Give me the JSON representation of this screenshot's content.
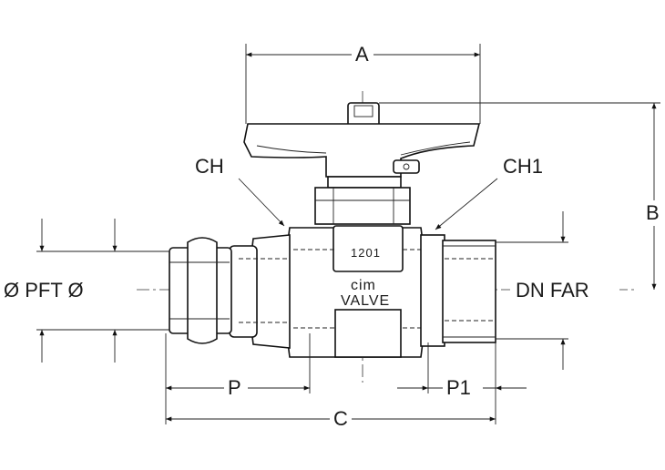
{
  "labels": {
    "a": "A",
    "b": "B",
    "c": "C",
    "p": "P",
    "p1": "P1",
    "ch": "CH",
    "ch1": "CH1",
    "pft": "Ø PFT Ø",
    "dn_far": "DN FAR",
    "marking_number": "1201",
    "marking_logo": "cim",
    "marking_valve": "VALVE"
  }
}
